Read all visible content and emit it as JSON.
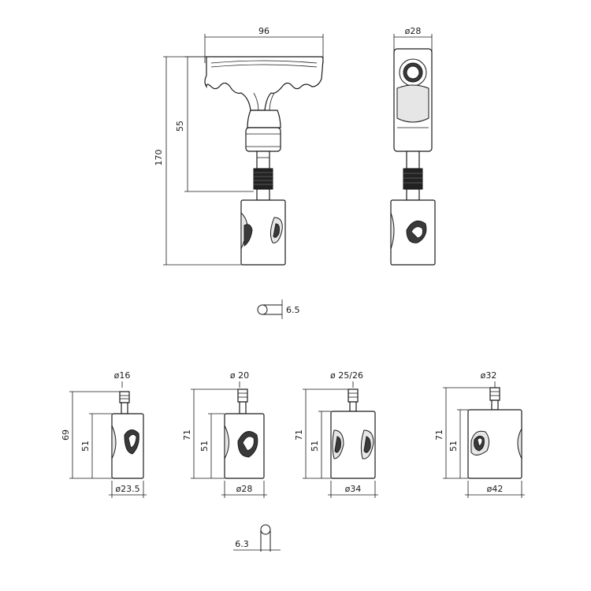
{
  "top_view": {
    "width_label": "96",
    "height_label": "55",
    "total_height_label": "170",
    "diameter_label": "ø28"
  },
  "pin_top": {
    "label": "6.5"
  },
  "clamps": [
    {
      "top_label": "ø16",
      "height_label": "69",
      "body_label": "51",
      "bottom_label": "ø23.5"
    },
    {
      "top_label": "ø 20",
      "height_label": "71",
      "body_label": "51",
      "bottom_label": "ø28"
    },
    {
      "top_label": "ø 25/26",
      "height_label": "71",
      "body_label": "51",
      "bottom_label": "ø34"
    },
    {
      "top_label": "ø32",
      "height_label": "71",
      "body_label": "51",
      "bottom_label": "ø42"
    }
  ],
  "pin_bottom": {
    "label": "6.3"
  }
}
